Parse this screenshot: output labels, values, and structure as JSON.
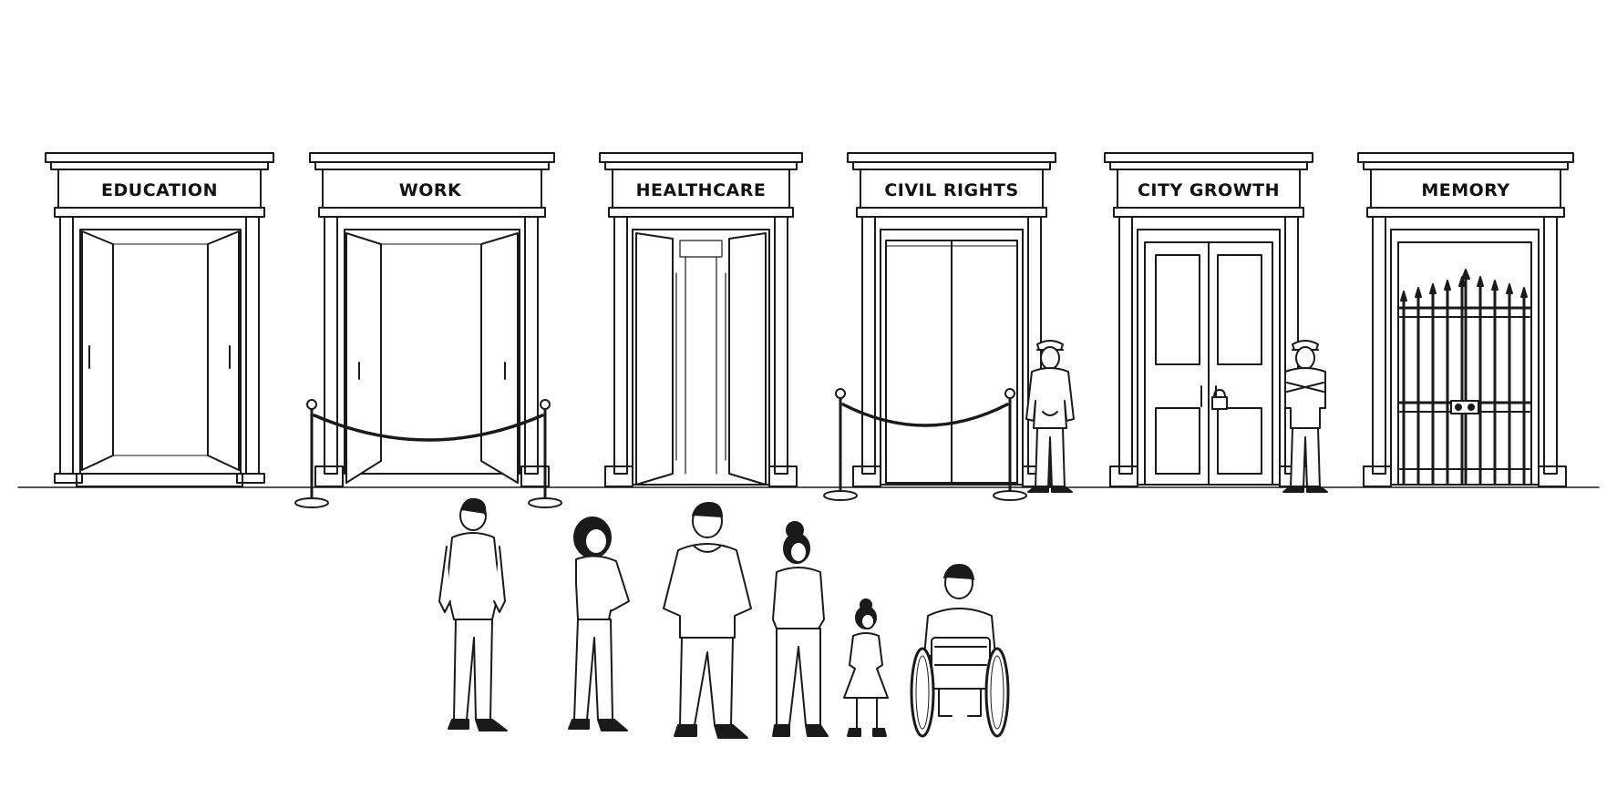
{
  "doors": [
    {
      "label": "EDUCATION",
      "state": "wide-open"
    },
    {
      "label": "WORK",
      "state": "open-roped-off"
    },
    {
      "label": "HEALTHCARE",
      "state": "partly-open"
    },
    {
      "label": "CIVIL RIGHTS",
      "state": "closed-roped-off"
    },
    {
      "label": "CITY GROWTH",
      "state": "locked-guarded"
    },
    {
      "label": "MEMORY",
      "state": "iron-gate-locked-guarded"
    }
  ],
  "colors": {
    "ink": "#1a1a1a",
    "paper": "#ffffff",
    "light": "#f2f2f2"
  }
}
